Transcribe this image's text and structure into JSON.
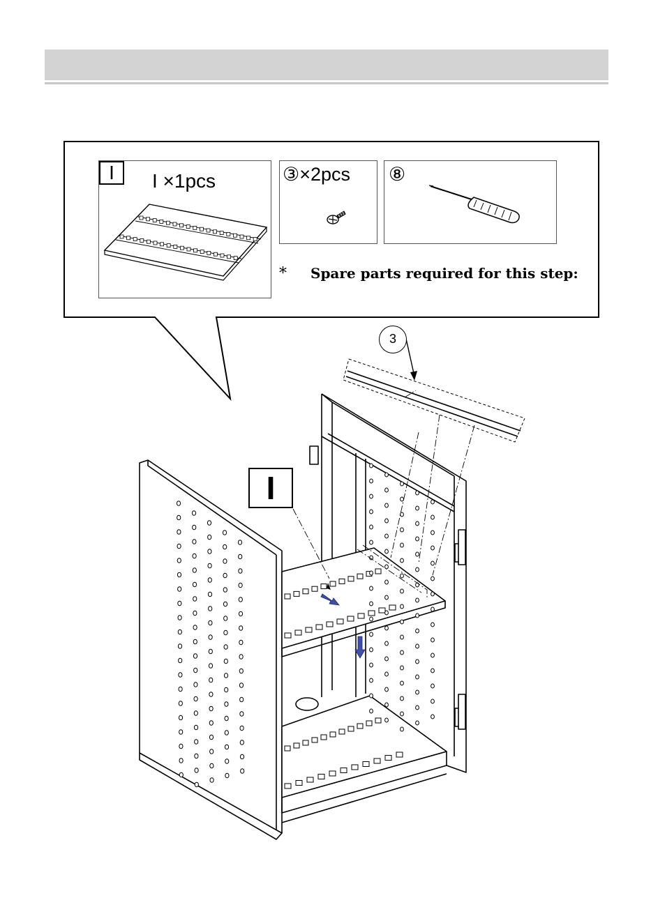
{
  "parts": {
    "board": {
      "tag": "I",
      "qty": "I ×1pcs"
    },
    "screw": {
      "qty": "③×2pcs"
    },
    "tool": {
      "qty": "⑧"
    }
  },
  "spare": {
    "star": "*",
    "text": "Spare parts required for this step:"
  },
  "diagram": {
    "shelf_label": "I",
    "screw_label": "3"
  },
  "colors": {
    "header": "#d3d3d3",
    "arrow": "#3f4fb0"
  }
}
